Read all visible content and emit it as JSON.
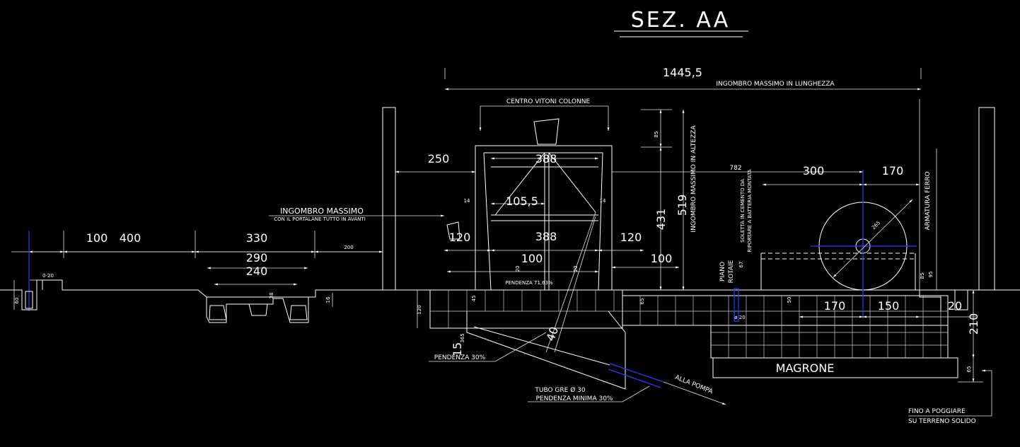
{
  "title": "SEZ. AA",
  "dims": {
    "overall_length": "1445,5",
    "d100": "100",
    "d400": "400",
    "d330": "330",
    "d290": "290",
    "d240": "240",
    "d200": "200",
    "d0_20": "0-20",
    "d60": "60",
    "d250": "250",
    "d388_top": "388",
    "d105_5": "105,5",
    "d14_left": "14",
    "d14_right": "14",
    "d120_left": "120",
    "d388_mid": "388",
    "d120_right": "120",
    "d100_mid": "100",
    "d100_right": "100",
    "d431": "431",
    "d519": "519",
    "d85": "85",
    "d782": "782",
    "d300": "300",
    "d170_top": "170",
    "d265": "265",
    "d20_small": "20",
    "d20_small2": "20",
    "d38": "38",
    "d16": "16",
    "d120_base": "120",
    "d45": "45",
    "d65": "65",
    "d365": "365",
    "d15": "15",
    "d40": "40",
    "d50": "50",
    "d67": "67",
    "d85_right": "85",
    "d95": "95",
    "d170_bot": "170",
    "d150": "150",
    "d20_right": "20",
    "d210": "210",
    "d65_right": "65",
    "d_dia20": "ø 20"
  },
  "labels": {
    "ingombro_lunghezza": "INGOMBRO MASSIMO IN LUNGHEZZA",
    "centro_vitoni": "CENTRO VITONI COLONNE",
    "ingombro_massimo": "INGOMBRO MASSIMO",
    "portalane": "CON IL PORTALANE TUTTO IN AVANTI",
    "ingombro_altezza": "INGOMBRO MASSIMO IN ALTEZZA",
    "soletta_1": "SOLETTA IN CEMENTO DA",
    "soletta_2": "RIPORTARE A BATTERIA MONTATA",
    "armatura": "ARMATURA FERRO",
    "piano_1": "PIANO",
    "piano_2": "ROTAIE",
    "pendenza_71": "PENDENZA 71,63%",
    "pendenza_30": "PENDENZA 30%",
    "tubo": "TUBO GRE Ø 30",
    "pendenza_min": "PENDENZA MINIMA 30%",
    "alla_pompa": "ALLA POMPA",
    "magrone": "MAGRONE",
    "fino_1": "FINO A POGGIARE",
    "fino_2": "SU TERRENO SOLIDO"
  }
}
